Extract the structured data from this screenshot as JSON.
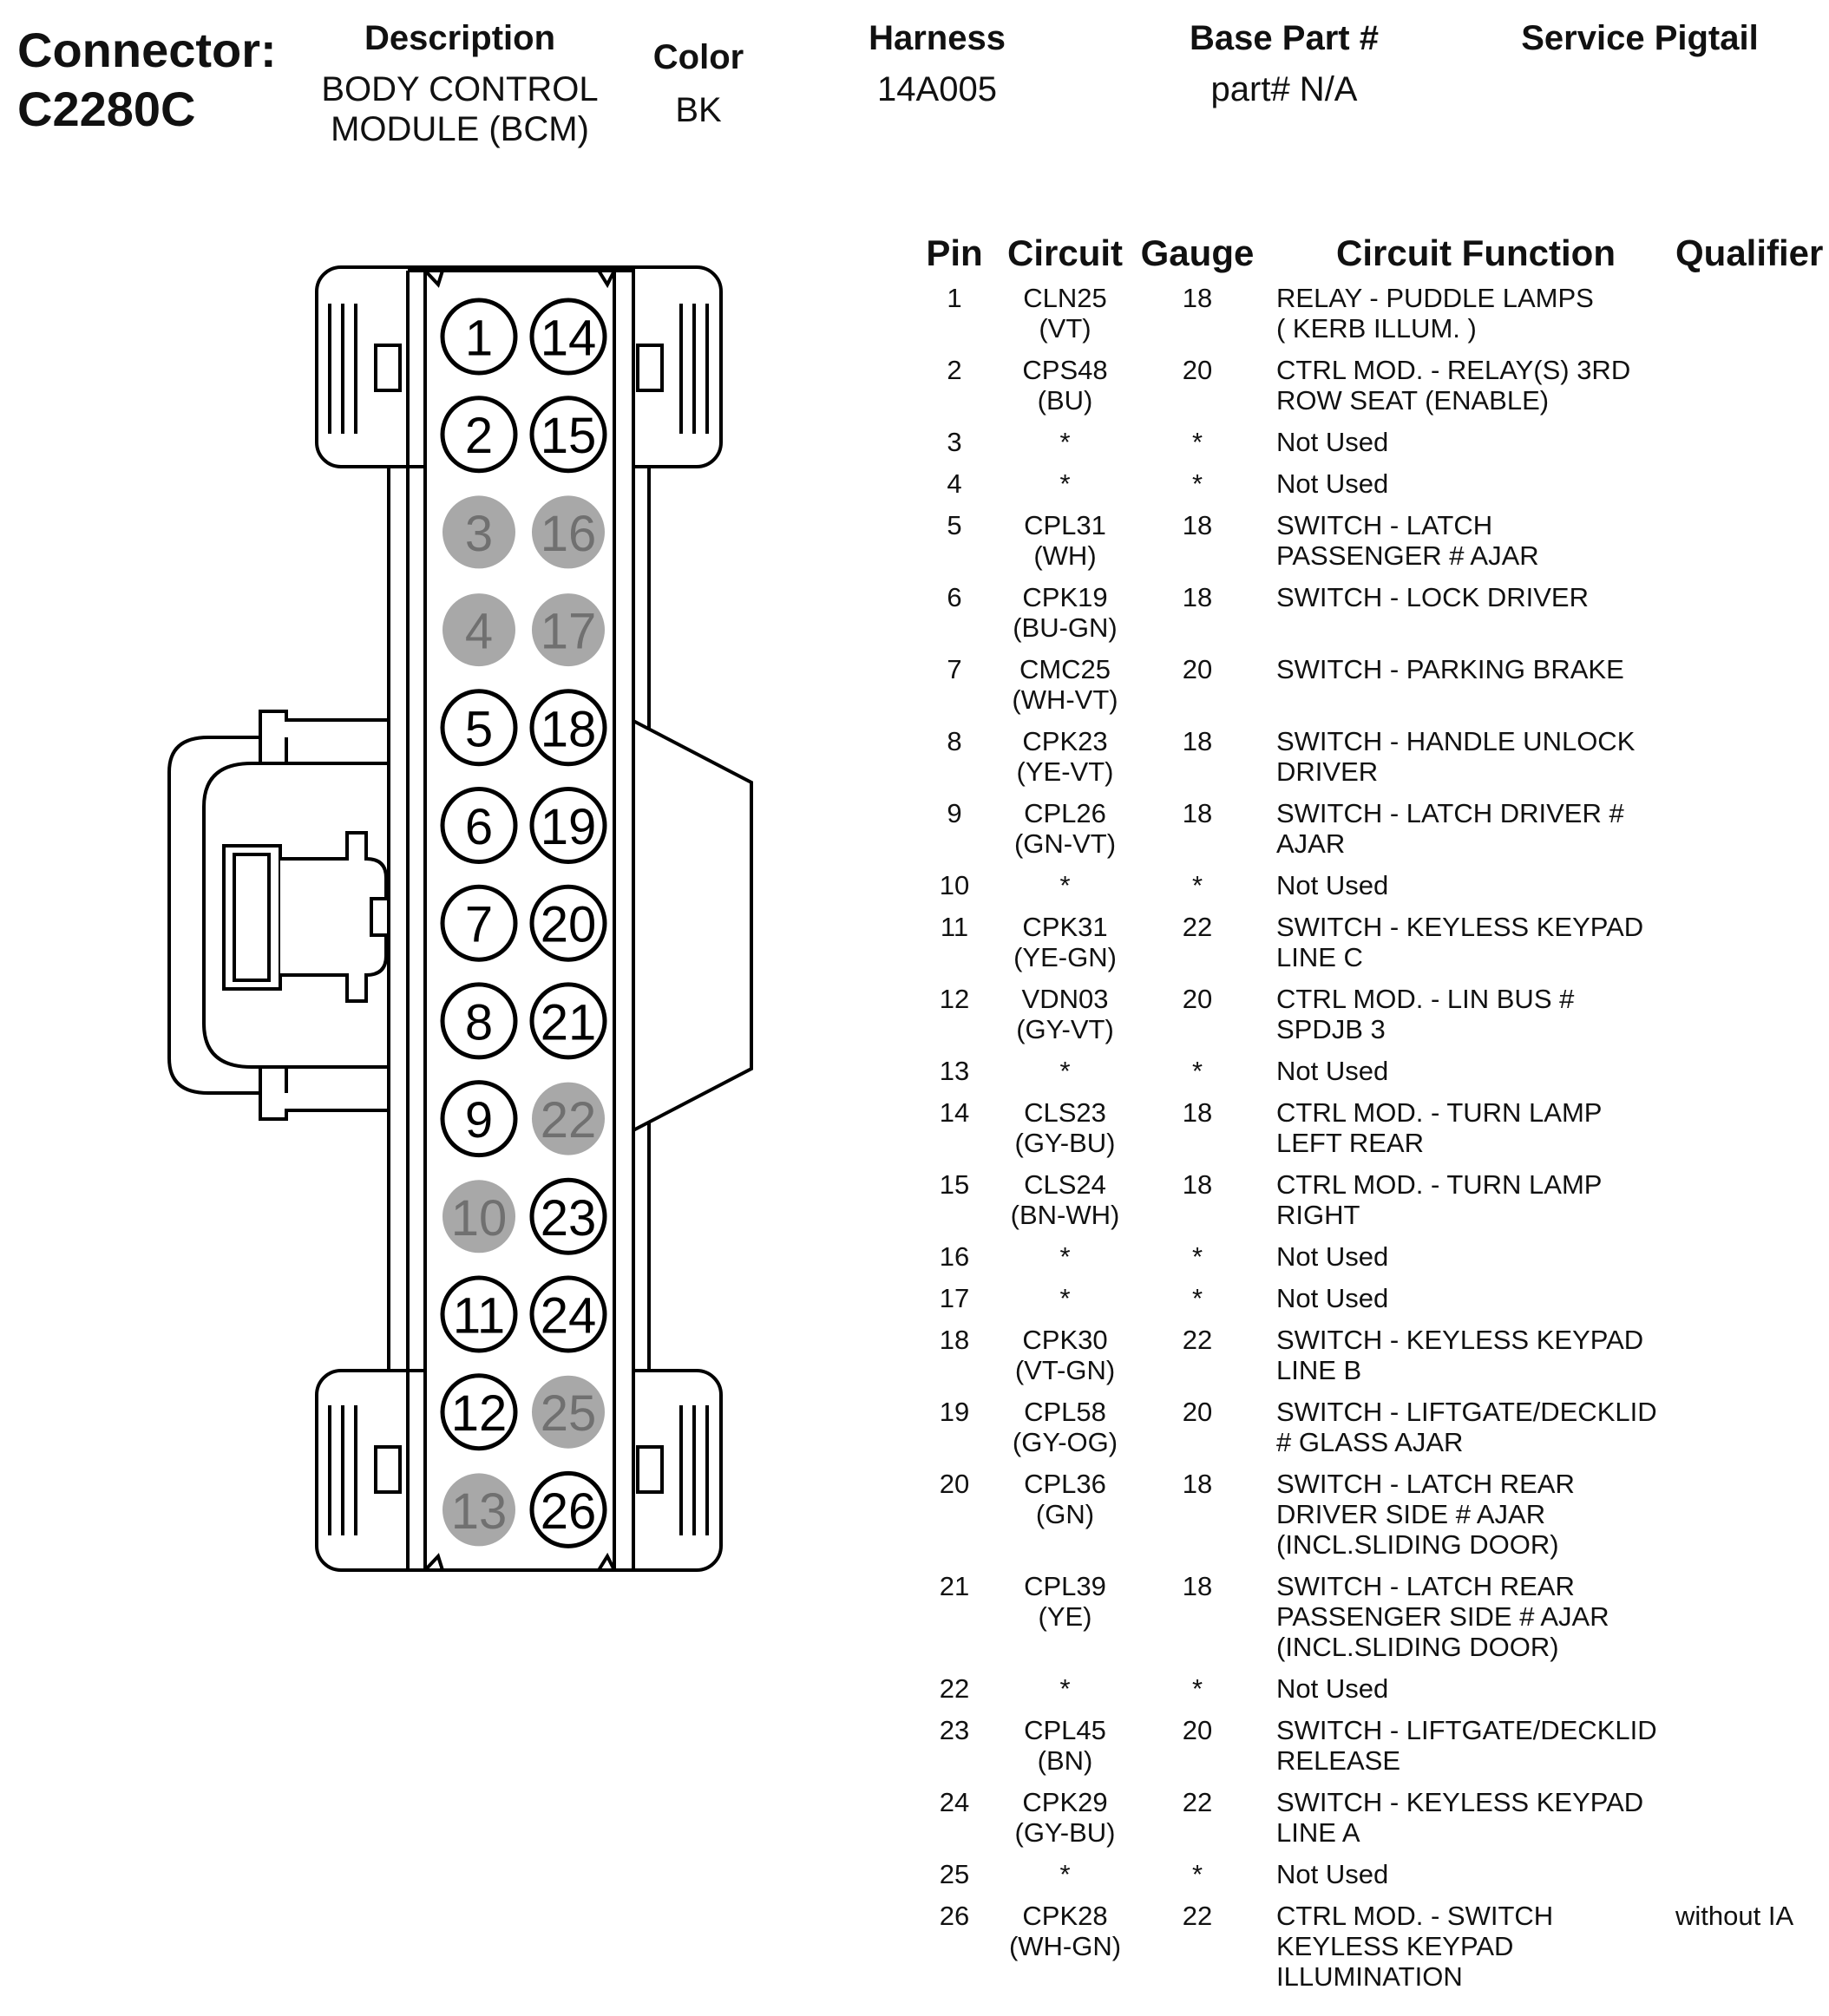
{
  "connector": {
    "label": "Connector:",
    "id": "C2280C"
  },
  "header": {
    "description_title": "Description",
    "description_value": "BODY CONTROL\nMODULE (BCM)",
    "color_title": "Color",
    "color_value": "BK",
    "harness_title": "Harness",
    "harness_value": "14A005",
    "base_part_title": "Base Part #",
    "base_part_value": "part# N/A",
    "service_pigtail_title": "Service Pigtail"
  },
  "colors": {
    "unused_pin_fill": "#a8a8a8",
    "unused_pin_text": "#707070",
    "used_pin_fill": "#ffffff",
    "line": "#000000"
  },
  "table": {
    "headers": {
      "pin": "Pin",
      "circuit": "Circuit",
      "gauge": "Gauge",
      "function": "Circuit Function",
      "qualifier": "Qualifier"
    },
    "rows": [
      {
        "pin": "1",
        "circuit": "CLN25\n(VT)",
        "gauge": "18",
        "function": "RELAY - PUDDLE LAMPS\n( KERB ILLUM. )",
        "qualifier": "",
        "used": true
      },
      {
        "pin": "2",
        "circuit": "CPS48\n(BU)",
        "gauge": "20",
        "function": "CTRL MOD. - RELAY(S) 3RD\nROW SEAT (ENABLE)",
        "qualifier": "",
        "used": true
      },
      {
        "pin": "3",
        "circuit": "*",
        "gauge": "*",
        "function": "Not Used",
        "qualifier": "",
        "used": false
      },
      {
        "pin": "4",
        "circuit": "*",
        "gauge": "*",
        "function": "Not Used",
        "qualifier": "",
        "used": false
      },
      {
        "pin": "5",
        "circuit": "CPL31\n(WH)",
        "gauge": "18",
        "function": "SWITCH - LATCH\nPASSENGER # AJAR",
        "qualifier": "",
        "used": true
      },
      {
        "pin": "6",
        "circuit": "CPK19\n(BU-GN)",
        "gauge": "18",
        "function": "SWITCH - LOCK DRIVER",
        "qualifier": "",
        "used": true
      },
      {
        "pin": "7",
        "circuit": "CMC25\n(WH-VT)",
        "gauge": "20",
        "function": "SWITCH - PARKING BRAKE",
        "qualifier": "",
        "used": true
      },
      {
        "pin": "8",
        "circuit": "CPK23\n(YE-VT)",
        "gauge": "18",
        "function": "SWITCH - HANDLE UNLOCK\nDRIVER",
        "qualifier": "",
        "used": true
      },
      {
        "pin": "9",
        "circuit": "CPL26\n(GN-VT)",
        "gauge": "18",
        "function": "SWITCH - LATCH DRIVER #\nAJAR",
        "qualifier": "",
        "used": true
      },
      {
        "pin": "10",
        "circuit": "*",
        "gauge": "*",
        "function": "Not Used",
        "qualifier": "",
        "used": false
      },
      {
        "pin": "11",
        "circuit": "CPK31\n(YE-GN)",
        "gauge": "22",
        "function": "SWITCH - KEYLESS KEYPAD\nLINE C",
        "qualifier": "",
        "used": true
      },
      {
        "pin": "12",
        "circuit": "VDN03\n(GY-VT)",
        "gauge": "20",
        "function": "CTRL MOD. - LIN BUS #\nSPDJB 3",
        "qualifier": "",
        "used": true
      },
      {
        "pin": "13",
        "circuit": "*",
        "gauge": "*",
        "function": "Not Used",
        "qualifier": "",
        "used": false
      },
      {
        "pin": "14",
        "circuit": "CLS23\n(GY-BU)",
        "gauge": "18",
        "function": "CTRL MOD. - TURN LAMP\nLEFT REAR",
        "qualifier": "",
        "used": true
      },
      {
        "pin": "15",
        "circuit": "CLS24\n(BN-WH)",
        "gauge": "18",
        "function": "CTRL MOD. - TURN LAMP\nRIGHT",
        "qualifier": "",
        "used": true
      },
      {
        "pin": "16",
        "circuit": "*",
        "gauge": "*",
        "function": "Not Used",
        "qualifier": "",
        "used": false
      },
      {
        "pin": "17",
        "circuit": "*",
        "gauge": "*",
        "function": "Not Used",
        "qualifier": "",
        "used": false
      },
      {
        "pin": "18",
        "circuit": "CPK30\n(VT-GN)",
        "gauge": "22",
        "function": "SWITCH - KEYLESS KEYPAD\nLINE B",
        "qualifier": "",
        "used": true
      },
      {
        "pin": "19",
        "circuit": "CPL58\n(GY-OG)",
        "gauge": "20",
        "function": "SWITCH - LIFTGATE/DECKLID\n# GLASS AJAR",
        "qualifier": "",
        "used": true
      },
      {
        "pin": "20",
        "circuit": "CPL36\n(GN)",
        "gauge": "18",
        "function": "SWITCH - LATCH REAR\nDRIVER SIDE # AJAR\n(INCL.SLIDING DOOR)",
        "qualifier": "",
        "used": true
      },
      {
        "pin": "21",
        "circuit": "CPL39\n(YE)",
        "gauge": "18",
        "function": "SWITCH - LATCH REAR\nPASSENGER SIDE # AJAR\n(INCL.SLIDING DOOR)",
        "qualifier": "",
        "used": true
      },
      {
        "pin": "22",
        "circuit": "*",
        "gauge": "*",
        "function": "Not Used",
        "qualifier": "",
        "used": false
      },
      {
        "pin": "23",
        "circuit": "CPL45\n(BN)",
        "gauge": "20",
        "function": "SWITCH - LIFTGATE/DECKLID\nRELEASE",
        "qualifier": "",
        "used": true
      },
      {
        "pin": "24",
        "circuit": "CPK29\n(GY-BU)",
        "gauge": "22",
        "function": "SWITCH - KEYLESS KEYPAD\nLINE A",
        "qualifier": "",
        "used": true
      },
      {
        "pin": "25",
        "circuit": "*",
        "gauge": "*",
        "function": "Not Used",
        "qualifier": "",
        "used": false
      },
      {
        "pin": "26",
        "circuit": "CPK28\n(WH-GN)",
        "gauge": "22",
        "function": "CTRL MOD. - SWITCH\nKEYLESS KEYPAD\nILLUMINATION",
        "qualifier": "without IA",
        "used": true
      }
    ]
  },
  "pin_grid": {
    "left_column": [
      "1",
      "2",
      "3",
      "4",
      "5",
      "6",
      "7",
      "8",
      "9",
      "10",
      "11",
      "12",
      "13"
    ],
    "right_column": [
      "14",
      "15",
      "16",
      "17",
      "18",
      "19",
      "20",
      "21",
      "22",
      "23",
      "24",
      "25",
      "26"
    ]
  }
}
